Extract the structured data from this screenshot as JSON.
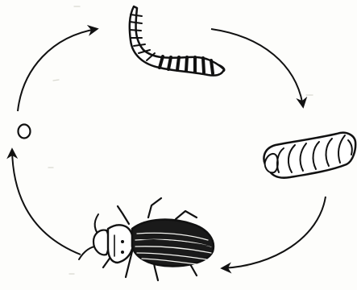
{
  "diagram": {
    "type": "life-cycle",
    "stages": [
      {
        "id": "egg",
        "icon": "egg-icon"
      },
      {
        "id": "larva",
        "icon": "larva-icon"
      },
      {
        "id": "pupa",
        "icon": "pupa-icon"
      },
      {
        "id": "adult",
        "icon": "beetle-icon"
      }
    ],
    "flow": [
      "egg",
      "larva",
      "pupa",
      "adult",
      "egg"
    ],
    "direction": "clockwise",
    "ink": "#111111",
    "background": "#fdfdfb"
  }
}
